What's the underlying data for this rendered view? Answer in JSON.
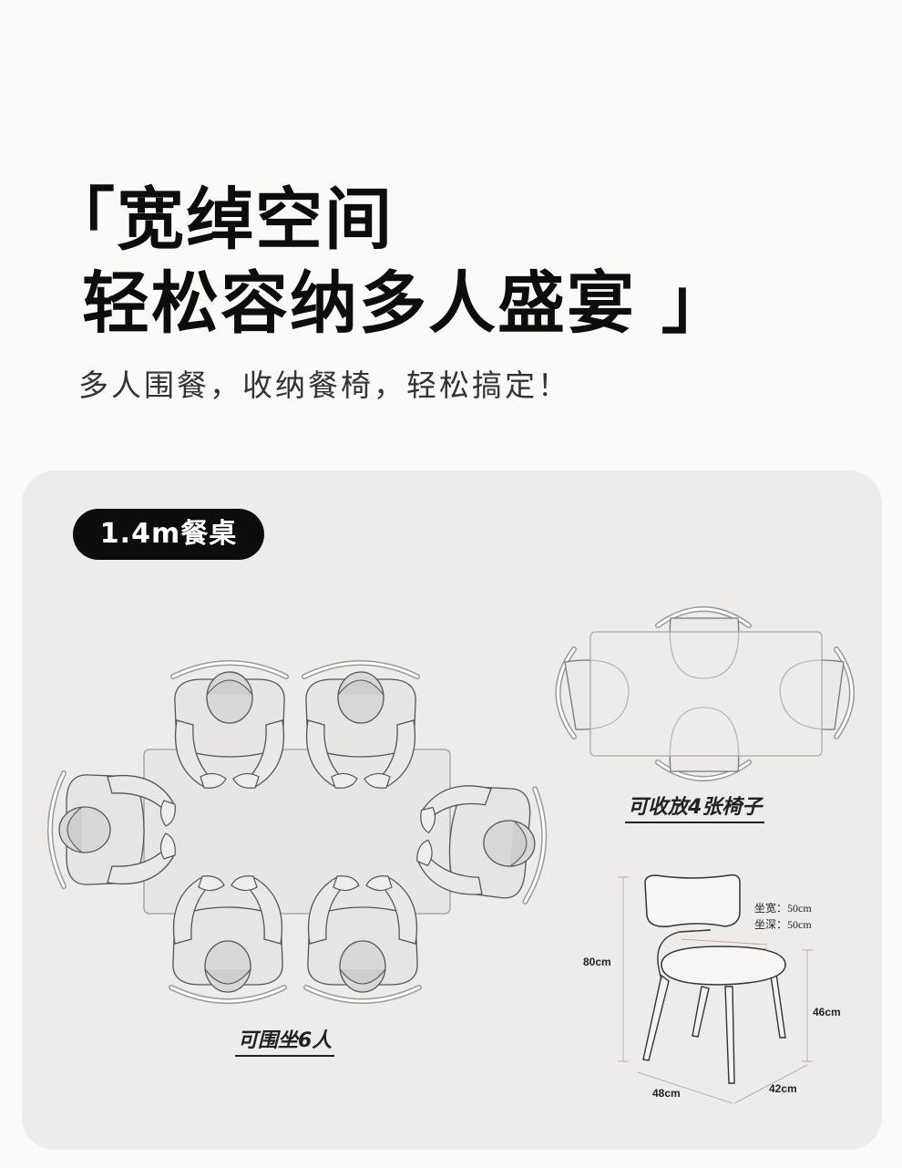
{
  "headline": {
    "line1": "「宽绰空间",
    "line2": "轻松容纳多人盛宴 」"
  },
  "subtitle": "多人围餐，收纳餐椅，轻松搞定！",
  "badge": "1.4m餐桌",
  "captions": {
    "seating": "可围坐6人",
    "storage": "可收放4张椅子"
  },
  "chair_dimensions": {
    "height": "80cm",
    "seat_height": "46cm",
    "width": "48cm",
    "depth": "42cm",
    "seat_width": "坐宽：50cm",
    "seat_depth": "坐深：50cm"
  },
  "colors": {
    "background": "#fafaf9",
    "panel": "#eeecea",
    "badge": "#0d0d0d"
  }
}
